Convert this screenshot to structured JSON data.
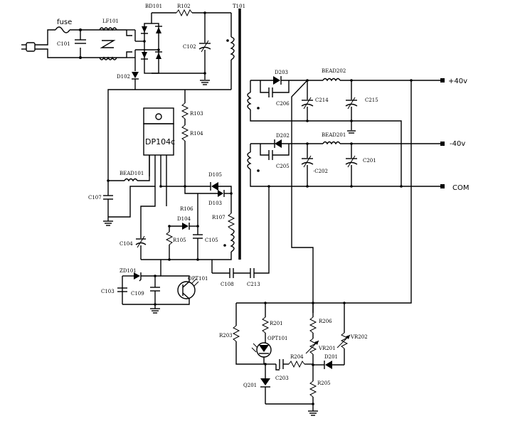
{
  "labels": {
    "fuse": "fuse",
    "C101": "C101",
    "LF101": "LF101",
    "BD101": "BD101",
    "R102": "R102",
    "T101": "T101",
    "C102": "C102",
    "D102": "D102",
    "R103": "R103",
    "R104": "R104",
    "DP104c": "DP104c",
    "BEAD101": "BEAD101",
    "C107": "C107",
    "D105": "D105",
    "D103": "D103",
    "R106": "R106",
    "D104": "D104",
    "R107": "R107",
    "C104": "C104",
    "R105": "R105",
    "C105": "C105",
    "ZD101": "ZD101",
    "OPT101_top": "OPT101",
    "C103": "C103",
    "C109": "C109",
    "C108": "C108",
    "C213": "C213",
    "D203": "D203",
    "BEAD202": "BEAD202",
    "C206": "C206",
    "C214": "C214",
    "C215": "C215",
    "D202": "D202",
    "BEAD201": "BEAD201",
    "C205": "C205",
    "C202": "·C202",
    "C201": "C201",
    "plus40v": "+40v",
    "minus40v": "-40v",
    "COM": "COM",
    "R201": "R201",
    "R203": "R203",
    "OPT101_bottom": "OPT101",
    "R206": "R206",
    "VR202": "VR202",
    "VR201": "VR201",
    "R204": "R204",
    "D201": "D201",
    "C203": "C203",
    "Q201": "Q201",
    "R205": "R205"
  }
}
